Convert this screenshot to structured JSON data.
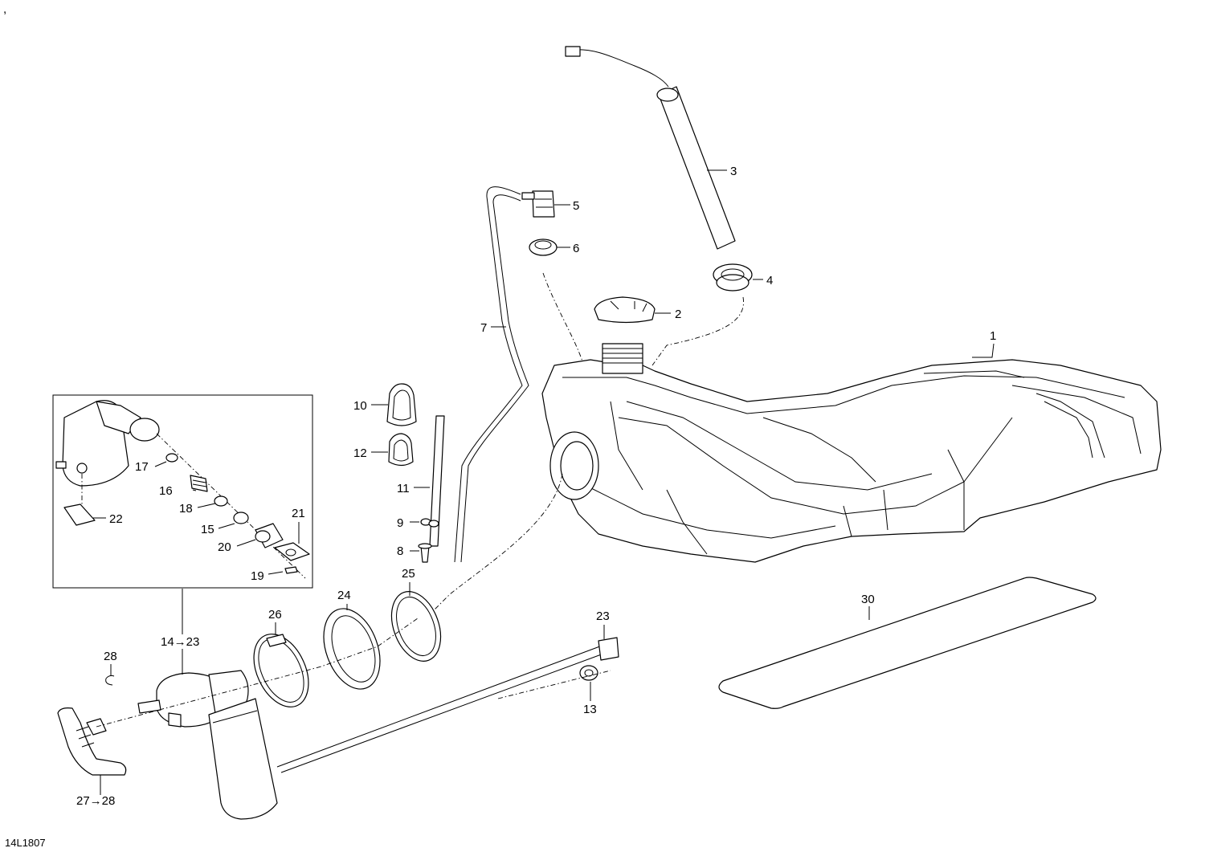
{
  "figure_code": "14L1807",
  "corner_mark": ",",
  "callouts": {
    "c1": "1",
    "c2": "2",
    "c3": "3",
    "c4": "4",
    "c5": "5",
    "c6": "6",
    "c7": "7",
    "c8": "8",
    "c9": "9",
    "c10": "10",
    "c11": "11",
    "c12": "12",
    "c13": "13",
    "c14_23": "14→23",
    "c15": "15",
    "c16": "16",
    "c17": "17",
    "c18": "18",
    "c19": "19",
    "c20": "20",
    "c21": "21",
    "c22": "22",
    "c23": "23",
    "c24": "24",
    "c25": "25",
    "c26": "26",
    "c27_28": "27→28",
    "c28": "28",
    "c30": "30"
  }
}
